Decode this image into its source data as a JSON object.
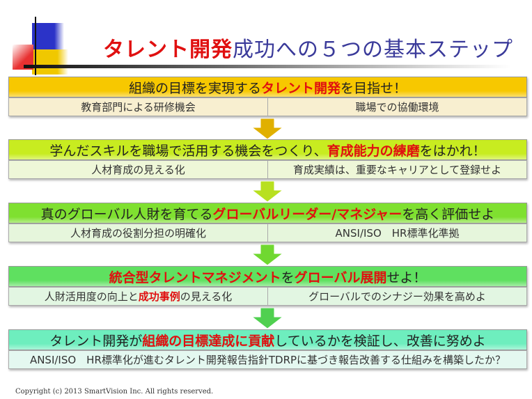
{
  "title": [
    {
      "text": "タレント開発",
      "em": true
    },
    {
      "text": "成功への５つの基本ステップ",
      "em": false
    }
  ],
  "steps": [
    {
      "head": [
        {
          "text": "組織の目標を実現する",
          "em": false
        },
        {
          "text": "タレント開発",
          "em": true
        },
        {
          "text": "を目指せ！",
          "em": false
        }
      ],
      "left": [
        {
          "text": "教育部門による研修機会",
          "em": false
        }
      ],
      "right": [
        {
          "text": "職場での協働環境",
          "em": false
        }
      ],
      "head_color": "#f7c800",
      "sub_color": "#f8efd0",
      "arrow_color": "#e0b000"
    },
    {
      "head": [
        {
          "text": "学んだスキルを職場で活用する機会をつくり、",
          "em": false
        },
        {
          "text": "育成能力の練磨",
          "em": true
        },
        {
          "text": "をはかれ！",
          "em": false
        }
      ],
      "left": [
        {
          "text": "人材育成の見える化",
          "em": false
        }
      ],
      "right": [
        {
          "text": "育成実績は、重要なキャリアとして登録せよ",
          "em": false
        }
      ],
      "head_color": "#c8ec20",
      "sub_color": "#eef7d8",
      "arrow_color": "#b8e020"
    },
    {
      "head": [
        {
          "text": "真のグローバル人財を育てる",
          "em": false
        },
        {
          "text": "グローバルリーダー/マネジャー",
          "em": true
        },
        {
          "text": "を高く評価せよ",
          "em": false
        }
      ],
      "left": [
        {
          "text": "人材育成の役割分担の明確化",
          "em": false
        }
      ],
      "right": [
        {
          "text": "ANSI/ISO　HR標準化準拠",
          "em": false
        }
      ],
      "head_color": "#7fe030",
      "sub_color": "#e6f6dc",
      "arrow_color": "#70d830"
    },
    {
      "head": [
        {
          "text": "統合型タレントマネジメント",
          "em": true
        },
        {
          "text": "を",
          "em": false
        },
        {
          "text": "グローバル展開",
          "em": true
        },
        {
          "text": "せよ！",
          "em": false
        }
      ],
      "left": [
        {
          "text": "人財活用度の向上と",
          "em": false
        },
        {
          "text": "成功事例",
          "em": true
        },
        {
          "text": "の見える化",
          "em": false
        }
      ],
      "right": [
        {
          "text": "グローバルでのシナジー効果を高めよ",
          "em": false
        }
      ],
      "head_color": "#5fe060",
      "sub_color": "#e2f6e2",
      "arrow_color": "#50d050"
    },
    {
      "head": [
        {
          "text": "タレント開発が",
          "em": false
        },
        {
          "text": "組織の目標達成に貢献",
          "em": true
        },
        {
          "text": "しているかを検証し、改善に努めよ",
          "em": false
        }
      ],
      "left": [
        {
          "text": "ANSI/ISO　HR標準化が進むタレント開発報告指針TDRPに基づき報告改善する仕組みを構築したか？",
          "em": false
        }
      ],
      "right": null,
      "head_color": "#6eeebe",
      "sub_color": "#e4f8f0",
      "arrow_color": null
    }
  ],
  "copyright": "Copyright (c) 2013  SmartVision Inc. All rights reserved."
}
